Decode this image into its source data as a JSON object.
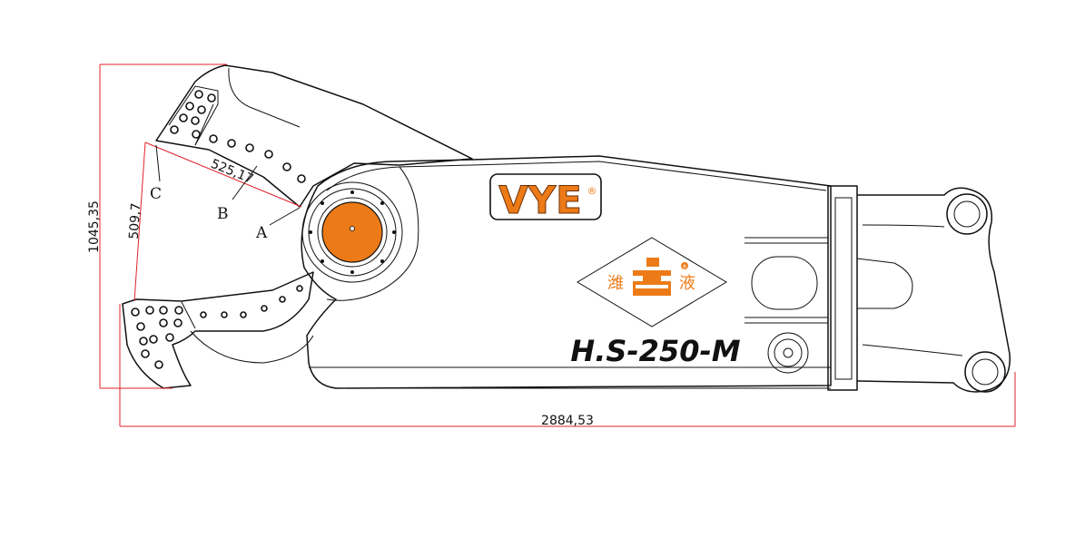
{
  "brand": {
    "logo_text": "VYE",
    "registered_mark": "®"
  },
  "emblem": {
    "left_char": "潍",
    "right_char": "液",
    "mark": "®"
  },
  "model": "H.S-250-M",
  "dimensions": {
    "overall_length": "2884,53",
    "overall_height": "1045,35",
    "jaw_opening": "509,7",
    "jaw_depth": "525,17"
  },
  "points": {
    "a": "A",
    "b": "B",
    "c": "C"
  },
  "colors": {
    "accent": "#ec7a17",
    "dimension_line": "#e0232a",
    "outline": "#111111"
  }
}
